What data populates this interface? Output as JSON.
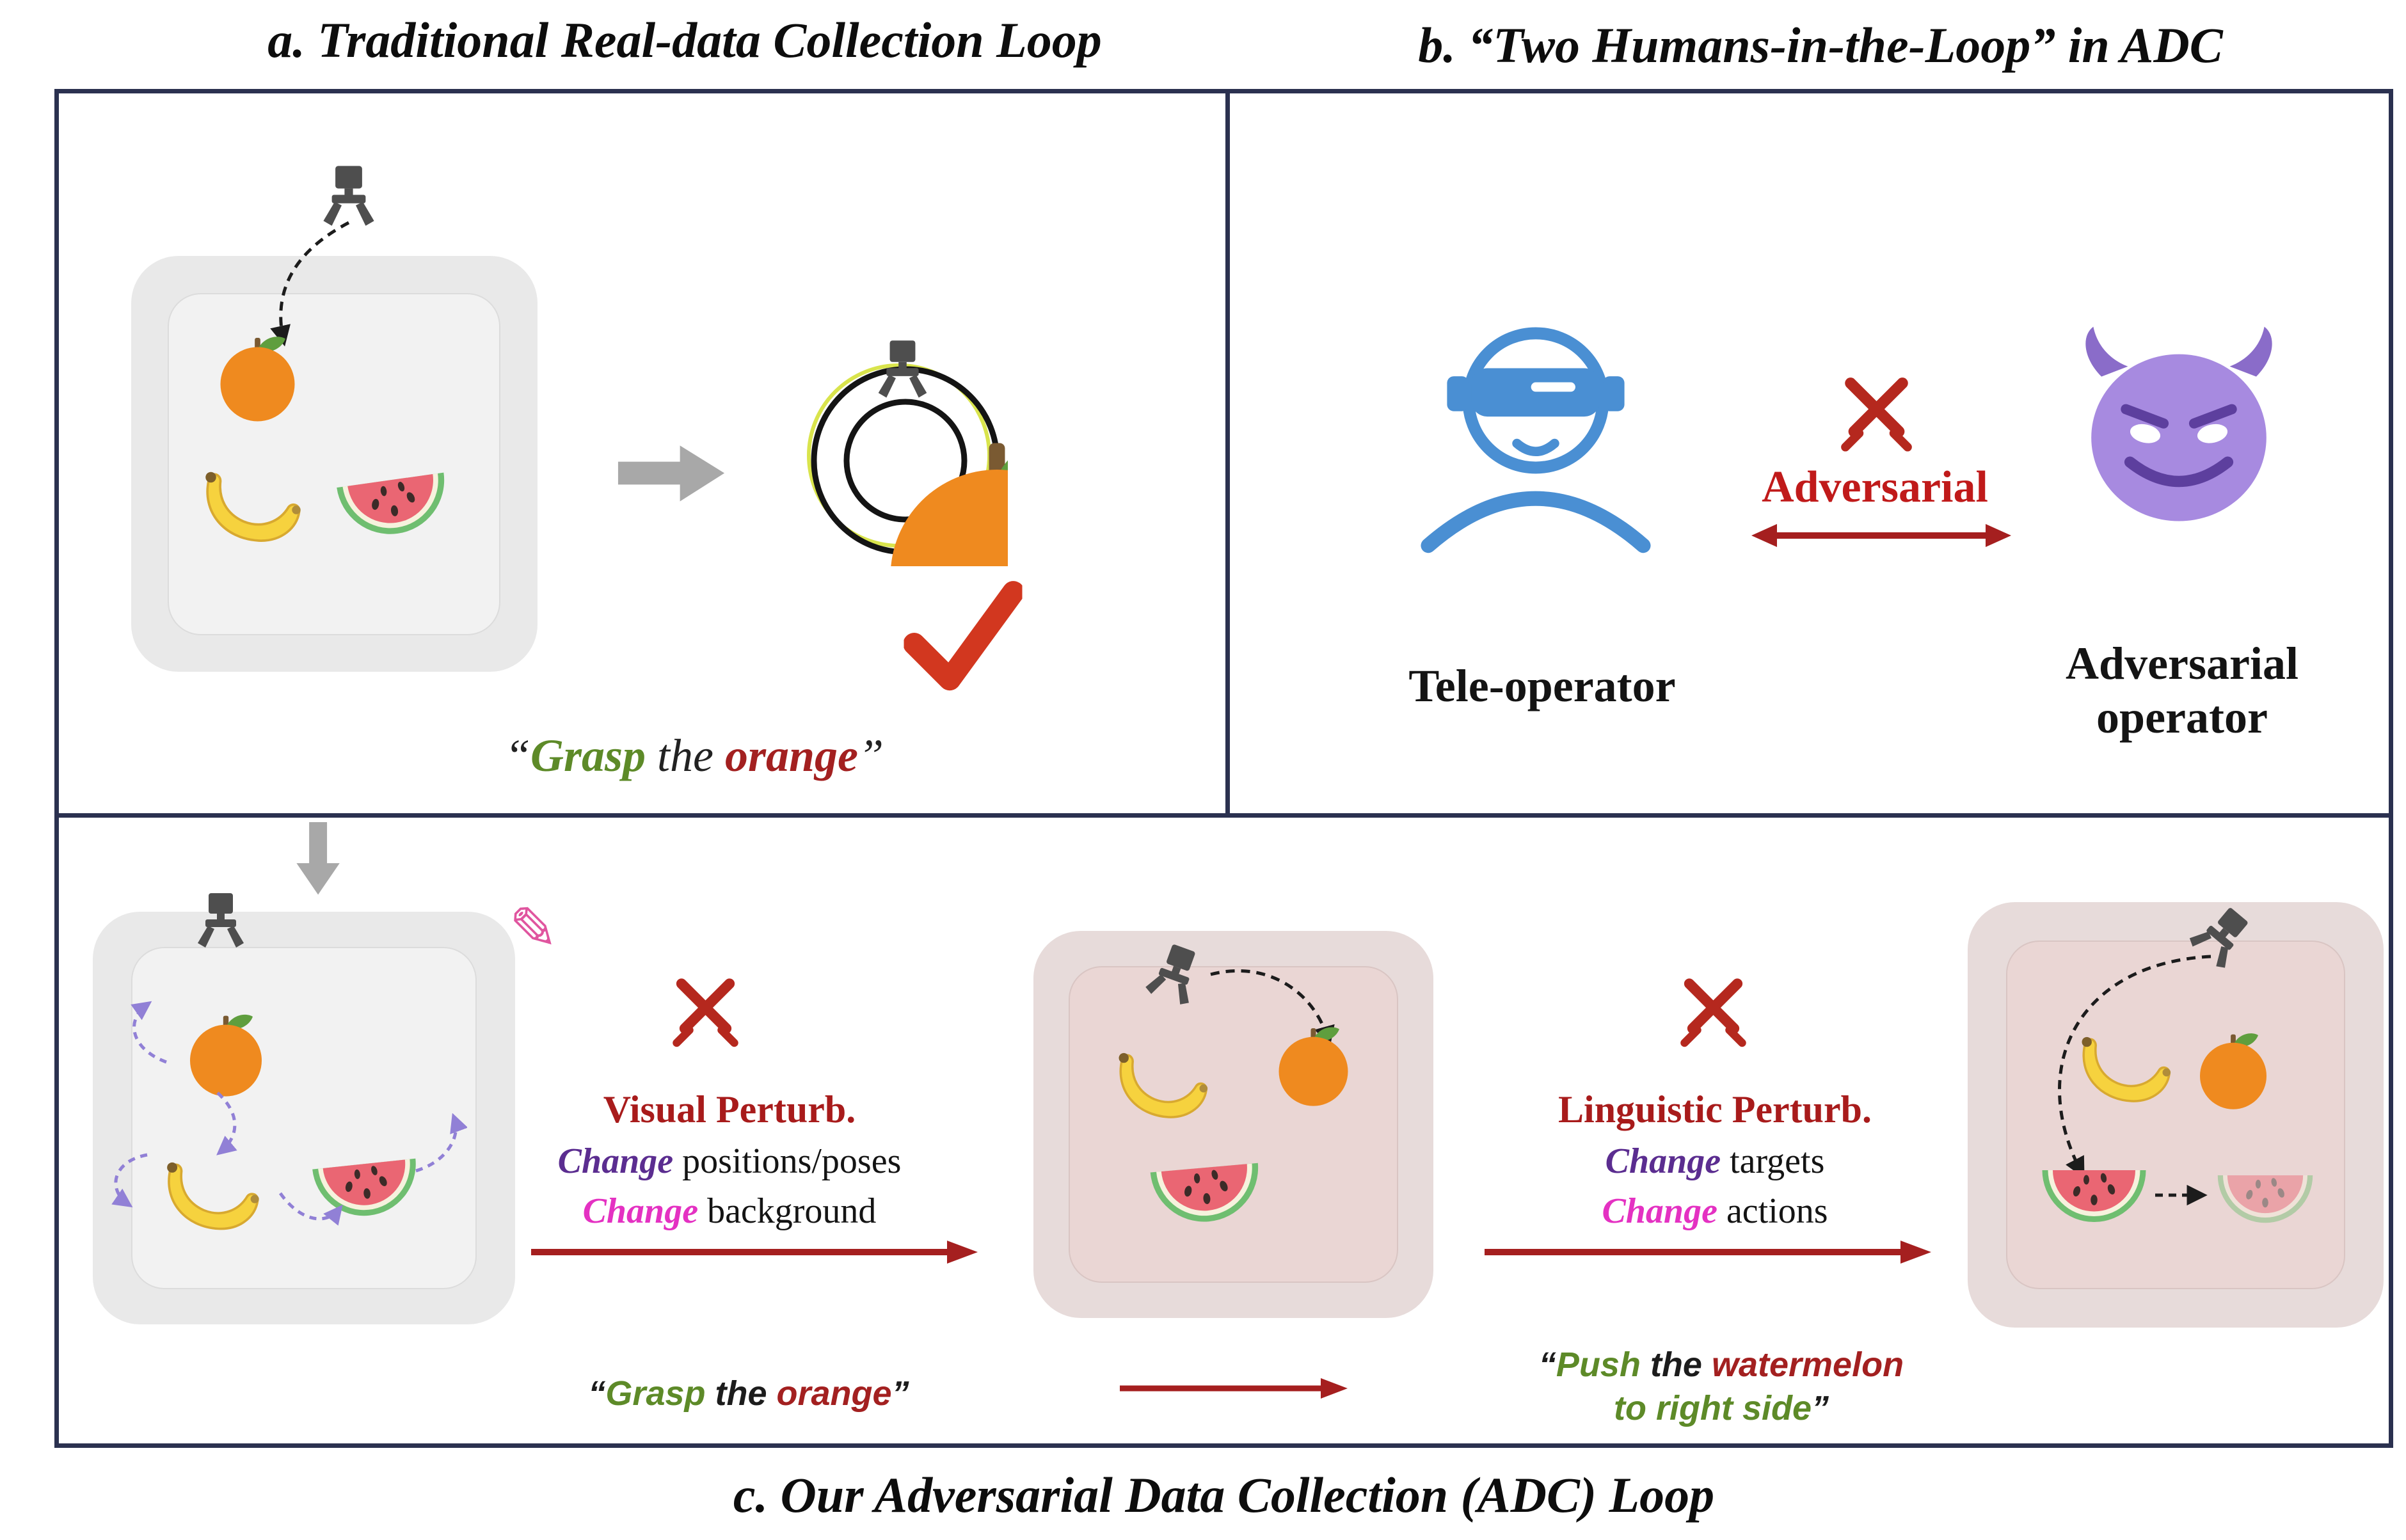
{
  "titles": {
    "panel_a": "a. Traditional Real-data Collection Loop",
    "panel_b": "b. “Two Humans-in-the-Loop” in ADC",
    "panel_c": "c. Our Adversarial Data Collection (ADC) Loop"
  },
  "panel_a": {
    "instruction": {
      "open": "“",
      "verb": "Grasp",
      "mid": " the ",
      "object": "orange",
      "close": "”"
    }
  },
  "panel_b": {
    "adversarial_label": "Adversarial",
    "tele_operator_label": "Tele-operator",
    "adversarial_operator_line1": "Adversarial",
    "adversarial_operator_line2": "operator"
  },
  "panel_c": {
    "visual_perturb": {
      "title": "Visual Perturb.",
      "line1_change": "Change",
      "line1_rest": " positions/poses",
      "line2_change": "Change",
      "line2_rest": " background"
    },
    "linguistic_perturb": {
      "title": "Linguistic Perturb.",
      "line1_change": "Change",
      "line1_rest": " targets",
      "line2_change": "Change",
      "line2_rest": " actions"
    },
    "instruction_grasp": {
      "open": "“",
      "verb": "Grasp",
      "mid": " the ",
      "object": "orange",
      "close": "”"
    },
    "instruction_push": {
      "open": "“",
      "verb": "Push",
      "mid": " the ",
      "object": "watermelon",
      "line2": "to right side",
      "close": "”"
    }
  },
  "icons": {
    "pencil": "✎",
    "gripper": "robot-claw",
    "crossed_swords": "adversarial-swords",
    "checkmark": "success-check",
    "vr_person": "tele-operator-vr-headset",
    "devil": "adversarial-devil-face",
    "orange": "orange-fruit",
    "banana": "banana-fruit",
    "watermelon": "watermelon-slice"
  },
  "colors": {
    "panel_border": "#2b3150",
    "dark_red_arrow": "#a51f1f",
    "perturb_red": "#a81b1b",
    "green_text": "#5d8a28",
    "red_text": "#a32020",
    "deep_purple": "#5b2d90",
    "magenta": "#e431c2",
    "tele_blue": "#4a8fd3",
    "devil_purple": "#a78ae0",
    "orange_fruit": "#ef8a1f",
    "banana_yellow": "#f6d23e",
    "watermelon_red": "#ea6673",
    "rind_green": "#6fbe70",
    "motion_purple": "#9180d6",
    "gray_arrow": "#a8a8a8"
  }
}
